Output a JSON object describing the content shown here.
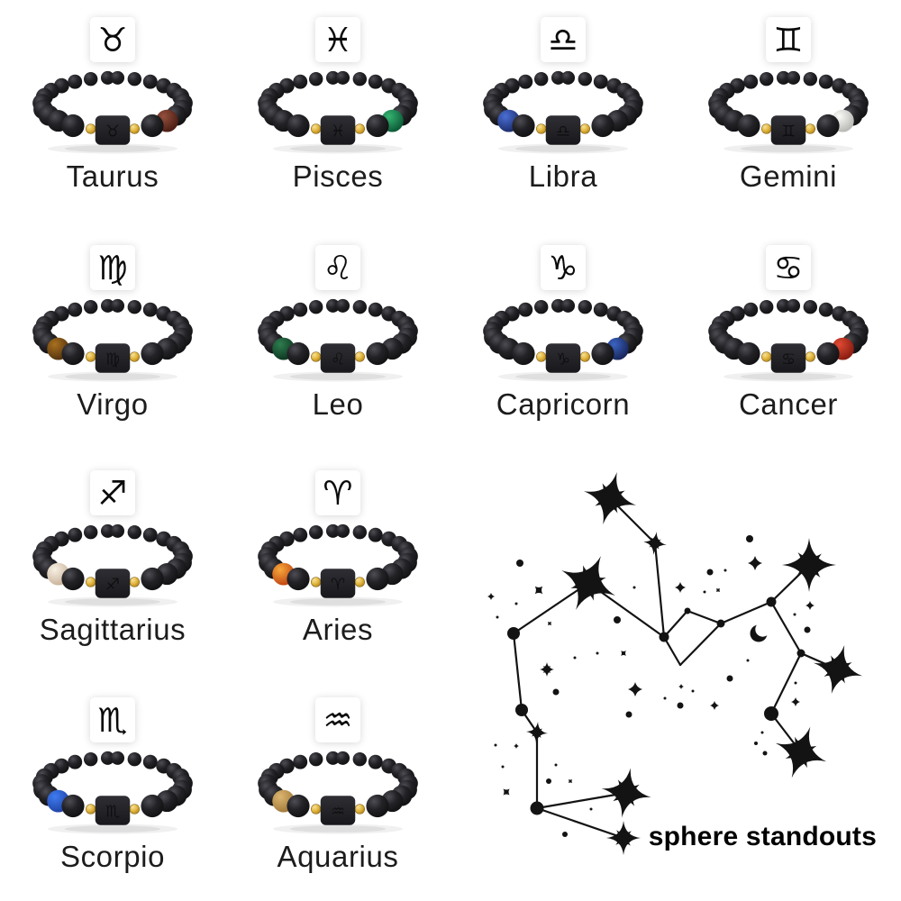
{
  "caption": {
    "text": "sphere standouts"
  },
  "colors": {
    "bead_light": "#4d4d54",
    "bead_mid": "#232327",
    "bead_dark": "#0e0e10",
    "gold_light": "#f6e19a",
    "gold_mid": "#e3b73f",
    "gold_dark": "#a97a15",
    "charm_light": "#2e2e34",
    "charm_dark": "#18181c",
    "label_ink": "#1c1c1c",
    "line_ink": "#131313",
    "background": "#ffffff"
  },
  "bracelets": [
    {
      "name": "Taurus",
      "glyph": "♉",
      "icon": "taurus-icon",
      "accent_side": "right",
      "accent_light": "#94503c",
      "accent_dark": "#431710"
    },
    {
      "name": "Pisces",
      "glyph": "♓",
      "icon": "pisces-icon",
      "accent_side": "right",
      "accent_light": "#34b571",
      "accent_dark": "#084f30"
    },
    {
      "name": "Libra",
      "glyph": "♎",
      "icon": "libra-icon",
      "accent_side": "left",
      "accent_light": "#4a6fd4",
      "accent_dark": "#172560"
    },
    {
      "name": "Gemini",
      "glyph": "♊",
      "icon": "gemini-icon",
      "accent_side": "right",
      "accent_light": "#fafaf8",
      "accent_dark": "#b0b0ac"
    },
    {
      "name": "Virgo",
      "glyph": "♍",
      "icon": "virgo-icon",
      "accent_side": "left",
      "accent_light": "#a8701f",
      "accent_dark": "#4a2c0c"
    },
    {
      "name": "Leo",
      "glyph": "♌",
      "icon": "leo-icon",
      "accent_side": "left",
      "accent_light": "#2e7d4f",
      "accent_dark": "#0a2e1c"
    },
    {
      "name": "Capricorn",
      "glyph": "♑",
      "icon": "capricorn-icon",
      "accent_side": "right",
      "accent_light": "#3b63c2",
      "accent_dark": "#131f4e"
    },
    {
      "name": "Cancer",
      "glyph": "♋",
      "icon": "cancer-icon",
      "accent_side": "right",
      "accent_light": "#e04a33",
      "accent_dark": "#7e160c"
    },
    {
      "name": "Sagittarius",
      "glyph": "♐",
      "icon": "sagittarius-icon",
      "accent_side": "left",
      "accent_light": "#f7f0e4",
      "accent_dark": "#c5ac92"
    },
    {
      "name": "Aries",
      "glyph": "♈",
      "icon": "aries-icon",
      "accent_side": "left",
      "accent_light": "#f7a93c",
      "accent_dark": "#bb3a0e"
    },
    {
      "name": "Scorpio",
      "glyph": "♏",
      "icon": "scorpio-icon",
      "accent_side": "left",
      "accent_light": "#3f7cf0",
      "accent_dark": "#1c3d9e"
    },
    {
      "name": "Aquarius",
      "glyph": "♒",
      "icon": "aquarius-icon",
      "accent_side": "left",
      "accent_light": "#dcb670",
      "accent_dark": "#9c7436"
    }
  ],
  "constellation": {
    "lines": [
      [
        677,
        553,
        727,
        603
      ],
      [
        727,
        603,
        737,
        707
      ],
      [
        570,
        703,
        653,
        647
      ],
      [
        653,
        647,
        737,
        707
      ],
      [
        737,
        707,
        763,
        678
      ],
      [
        763,
        678,
        800,
        692
      ],
      [
        737,
        707,
        755,
        738
      ],
      [
        755,
        738,
        800,
        692
      ],
      [
        800,
        692,
        856,
        668
      ],
      [
        856,
        668,
        898,
        627
      ],
      [
        856,
        668,
        889,
        725
      ],
      [
        889,
        725,
        930,
        743
      ],
      [
        889,
        725,
        856,
        792
      ],
      [
        856,
        792,
        889,
        835
      ],
      [
        570,
        703,
        579,
        788
      ],
      [
        579,
        788,
        596,
        813
      ],
      [
        596,
        813,
        596,
        897
      ],
      [
        596,
        897,
        695,
        880
      ],
      [
        596,
        897,
        692,
        930
      ]
    ],
    "nodes": [
      [
        570,
        703,
        7
      ],
      [
        737,
        707,
        5.5
      ],
      [
        763,
        678,
        3.5
      ],
      [
        800,
        692,
        4.5
      ],
      [
        856,
        668,
        5.5
      ],
      [
        889,
        725,
        4.5
      ],
      [
        856,
        792,
        8
      ],
      [
        579,
        788,
        7
      ],
      [
        596,
        897,
        7.5
      ]
    ],
    "stars": [
      [
        677,
        553,
        30,
        15
      ],
      [
        727,
        603,
        13,
        8
      ],
      [
        653,
        647,
        33,
        25
      ],
      [
        898,
        627,
        30,
        0
      ],
      [
        930,
        743,
        28,
        15
      ],
      [
        889,
        835,
        30,
        20
      ],
      [
        695,
        880,
        28,
        10
      ],
      [
        692,
        930,
        19,
        0
      ],
      [
        596,
        813,
        12,
        5
      ]
    ],
    "dots": [
      [
        577,
        625,
        4
      ],
      [
        573,
        670,
        1.5
      ],
      [
        552,
        685,
        1.5
      ],
      [
        685,
        688,
        4
      ],
      [
        704,
        652,
        1.5
      ],
      [
        782,
        657,
        1.5
      ],
      [
        788,
        635,
        3.5
      ],
      [
        805,
        633,
        1.5
      ],
      [
        832,
        598,
        4
      ],
      [
        896,
        699,
        3.5
      ],
      [
        882,
        682,
        1.5
      ],
      [
        830,
        733,
        1.5
      ],
      [
        883,
        758,
        1.5
      ],
      [
        846,
        813,
        1.5
      ],
      [
        839,
        825,
        2
      ],
      [
        849,
        836,
        2.5
      ],
      [
        617,
        768,
        3.5
      ],
      [
        738,
        775,
        1.5
      ],
      [
        769,
        767,
        1.5
      ],
      [
        810,
        753,
        3.5
      ],
      [
        755,
        783,
        3.5
      ],
      [
        698,
        793,
        3.5
      ],
      [
        550,
        827,
        1.5
      ],
      [
        558,
        851,
        1.5
      ],
      [
        617,
        849,
        1.5
      ],
      [
        609,
        867,
        3
      ],
      [
        656,
        898,
        1.5
      ],
      [
        627,
        926,
        3
      ],
      [
        638,
        730,
        1.5
      ],
      [
        663,
        725,
        1.5
      ]
    ],
    "sparkles": [
      [
        598,
        655,
        6,
        "x"
      ],
      [
        545,
        662,
        4,
        "p"
      ],
      [
        610,
        692,
        3,
        "x"
      ],
      [
        755,
        652,
        6,
        "p"
      ],
      [
        797,
        655,
        3,
        "x"
      ],
      [
        838,
        625,
        8,
        "p"
      ],
      [
        899,
        672,
        5,
        "p"
      ],
      [
        883,
        779,
        5,
        "p"
      ],
      [
        692,
        725,
        4,
        "x"
      ],
      [
        607,
        743,
        8,
        "s"
      ],
      [
        705,
        765,
        8,
        "p"
      ],
      [
        756,
        762,
        3,
        "p"
      ],
      [
        793,
        783,
        5,
        "p"
      ],
      [
        573,
        828,
        3,
        "p"
      ],
      [
        633,
        867,
        3,
        "x"
      ],
      [
        562,
        879,
        5,
        "x"
      ]
    ],
    "moon": [
      842,
      703,
      10
    ]
  }
}
